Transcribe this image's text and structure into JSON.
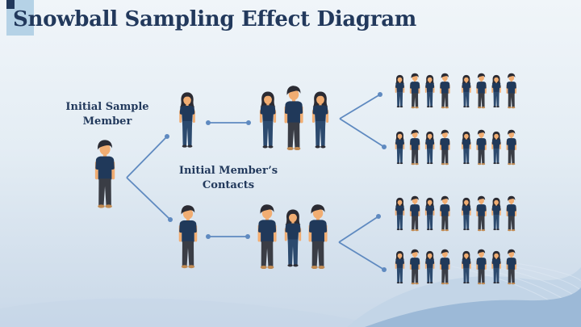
{
  "title": "Snowball Sampling Effect Diagram",
  "labels": {
    "initial_sample_member": "Initial Sample Member",
    "initial_members_contacts": "Initial Member’s Contacts"
  },
  "colors": {
    "title": "#22395c",
    "label": "#22395c",
    "accent_light": "#b5d2e6",
    "accent_dark": "#22395c",
    "connector": "#5f8ac0",
    "bg_top": "#f0f5f9",
    "bg_mid": "#e4edf4",
    "bg_bottom": "#c9d8e8",
    "wave_light": "#c3d5e7",
    "wave_dark": "#9cb9d7",
    "wave_line": "#dde8f3",
    "figure_skin": "#f1ad72",
    "figure_hair": "#2b2b33",
    "figure_shirt": "#20395a",
    "figure_pants": "#3a3d45",
    "figure_jeans": "#2c4a6e",
    "figure_shoe_man": "#c08a52",
    "figure_shoe_woman": "#2e2e36"
  },
  "diagram": {
    "initial_member": {
      "type": "man"
    },
    "contacts": [
      {
        "type": "woman"
      },
      {
        "type": "man"
      }
    ],
    "groups": [
      {
        "members": [
          "woman",
          "man",
          "woman"
        ]
      },
      {
        "members": [
          "man",
          "woman",
          "man"
        ]
      }
    ],
    "rows": [
      {
        "count": 8,
        "pattern": [
          "woman",
          "man"
        ]
      },
      {
        "count": 8,
        "pattern": [
          "woman",
          "man"
        ]
      },
      {
        "count": 8,
        "pattern": [
          "woman",
          "man"
        ]
      },
      {
        "count": 8,
        "pattern": [
          "woman",
          "man"
        ]
      }
    ]
  }
}
